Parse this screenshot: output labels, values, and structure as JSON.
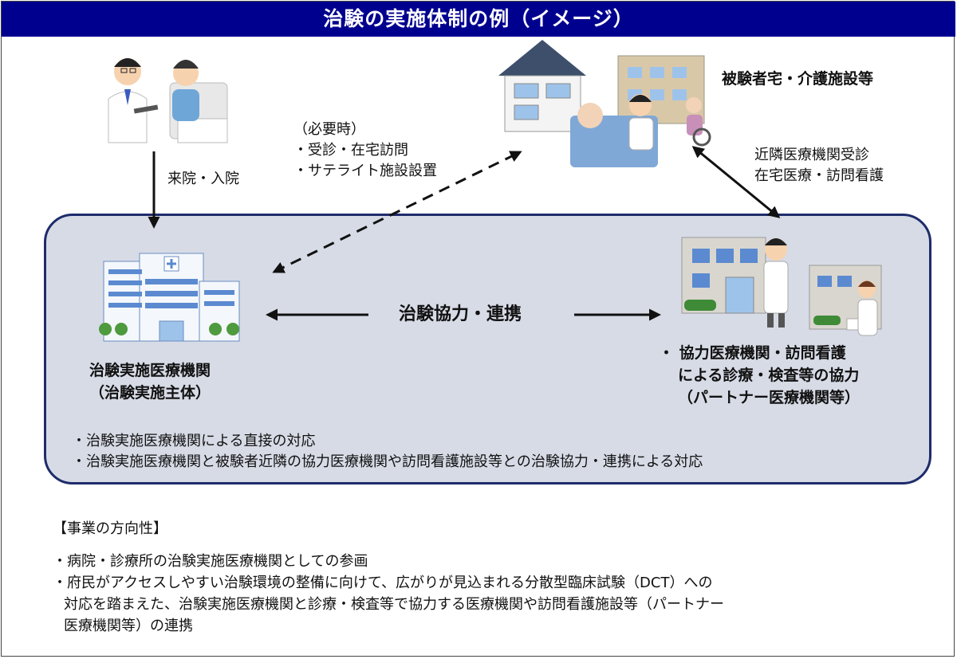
{
  "title": "治験の実施体制の例（イメージ）",
  "nodes": {
    "home": {
      "label": "被験者宅・介護施設等"
    },
    "hospital": {
      "label_line1": "治験実施医療機関",
      "label_line2": "（治験実施主体）"
    },
    "partner": {
      "label_line1": "・ 協力医療機関・訪問看護",
      "label_line2": "による診療・検査等の協力",
      "label_line3": "（パートナー医療機関等）"
    }
  },
  "edges": {
    "visit": {
      "label": "来院・入院"
    },
    "remote": {
      "label_line1": "（必要時）",
      "label_line2": "・受診・在宅訪問",
      "label_line3": "・サテライト施設設置"
    },
    "nearby": {
      "label_line1": "近隣医療機関受診",
      "label_line2": "在宅医療・訪問看護"
    },
    "cooperation": {
      "label": "治験協力・連携"
    }
  },
  "panel_notes": [
    "・治験実施医療機関による直接の対応",
    "・治験実施医療機関と被験者近隣の協力医療機関や訪問看護施設等との治験協力・連携による対応"
  ],
  "direction": {
    "heading": "【事業の方向性】",
    "item1": "・病院・診療所の治験実施医療機関としての参画",
    "item2_line1": "・府民がアクセスしやすい治験環境の整備に向けて、広がりが見込まれる分散型臨床試験（DCT）への",
    "item2_line2": "対応を踏まえた、治験実施医療機関と診療・検査等で協力する医療機関や訪問看護施設等（パートナー",
    "item2_line3": "医療機関等）の連携"
  },
  "colors": {
    "title_bg": "#00008f",
    "panel_bg": "#d7dbe6",
    "panel_border": "#1d2c6b",
    "arrow": "#111111"
  }
}
